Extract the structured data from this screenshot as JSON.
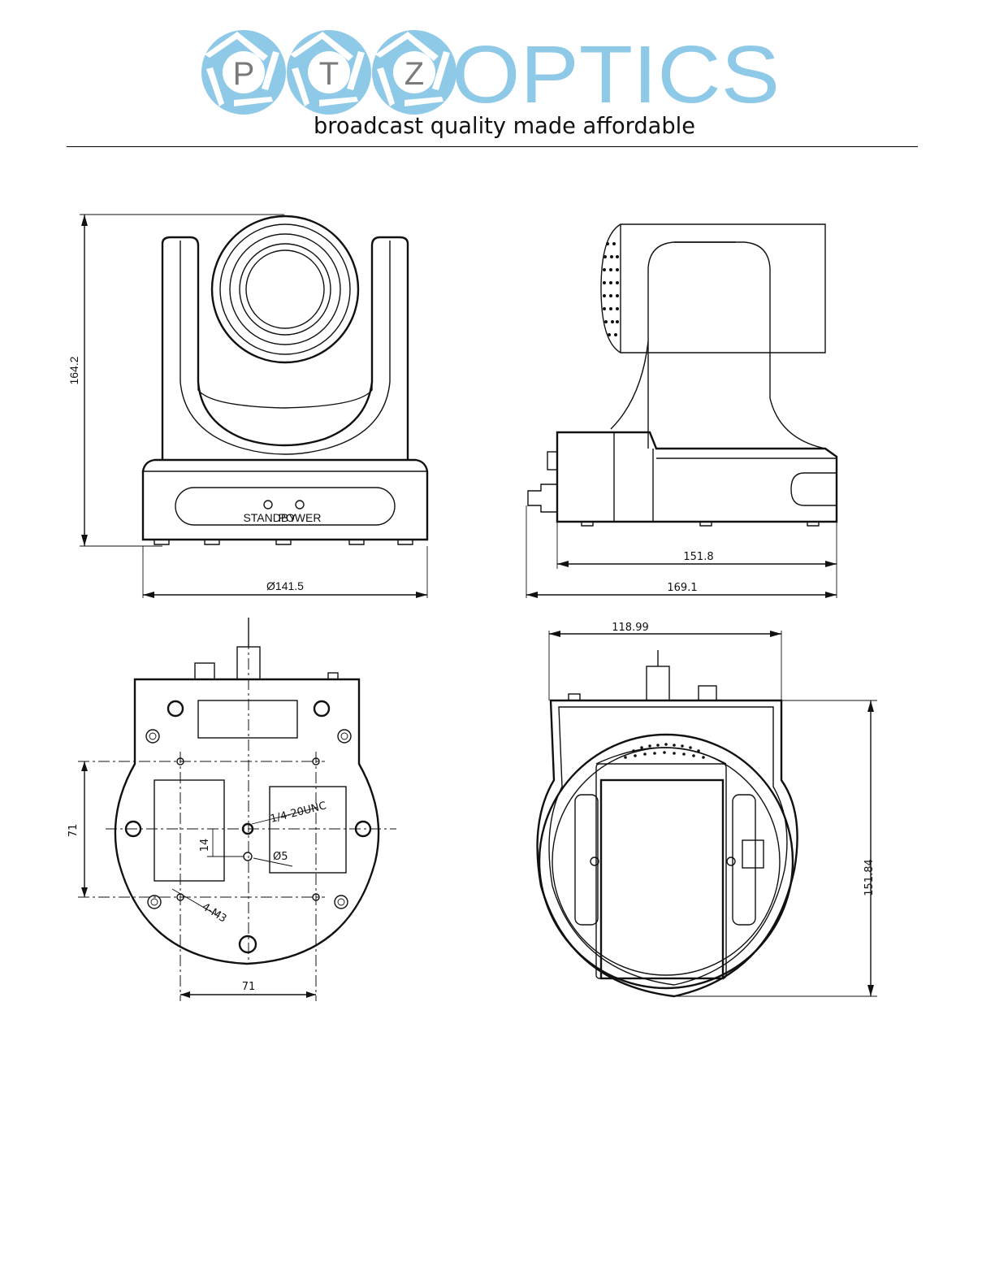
{
  "brand": {
    "circle_letters": [
      "P",
      "T",
      "Z"
    ],
    "wordmark": "OPTICS",
    "tagline": "broadcast quality made affordable",
    "colors": {
      "brand_blue": "#8fc9e8",
      "letter_gray": "#7a7a7a"
    }
  },
  "front_view": {
    "height_dim": "164.2",
    "width_dim": "Ø141.5",
    "led_labels": [
      "STANDBY",
      "POWER"
    ]
  },
  "side_view": {
    "base_dim": "151.8",
    "overall_dim": "169.1"
  },
  "bottom_view": {
    "vertical_dim": "71",
    "horizontal_dim": "71",
    "offset_dim": "14",
    "thread_label": "1/4-20UNC",
    "hole_label": "Ø5",
    "screw_label": "4-M3"
  },
  "top_view": {
    "width_dim": "118.99",
    "depth_dim": "151.84"
  }
}
